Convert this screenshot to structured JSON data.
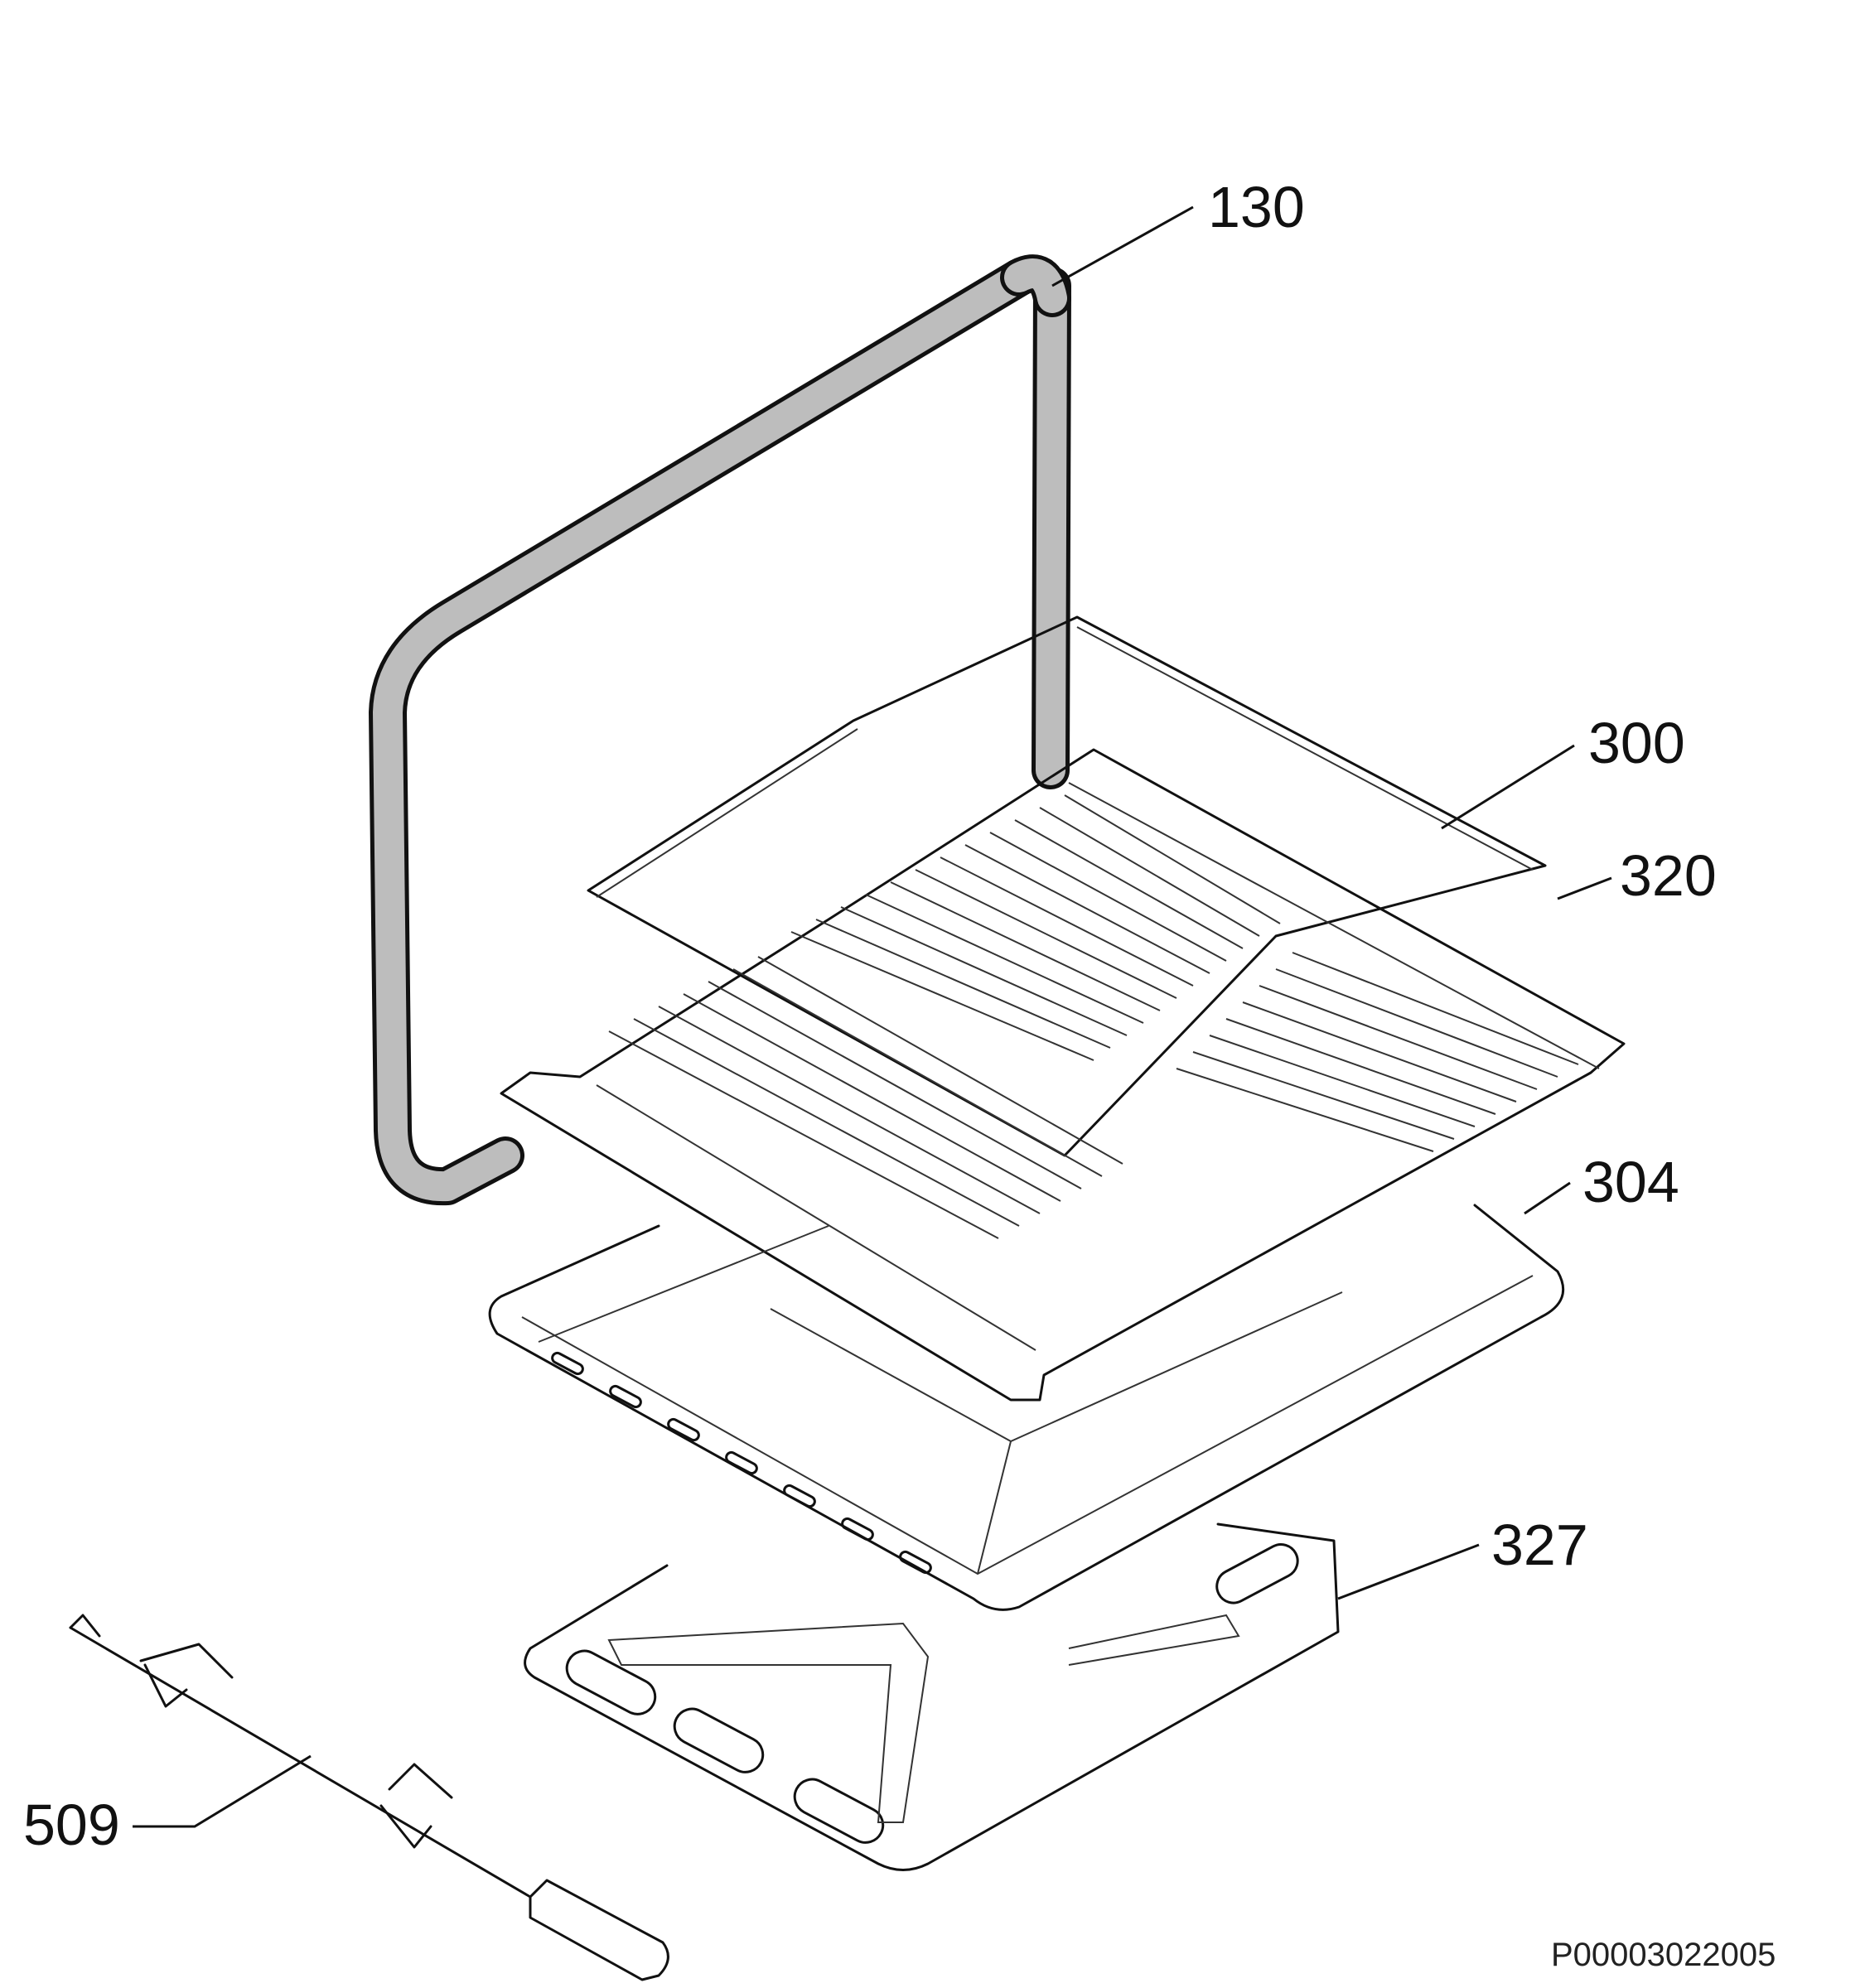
{
  "diagram": {
    "callouts": [
      {
        "id": "130",
        "label": "130",
        "part": "door-gasket"
      },
      {
        "id": "300",
        "label": "300",
        "part": "upper-shelf"
      },
      {
        "id": "320",
        "label": "320",
        "part": "wire-rack"
      },
      {
        "id": "304",
        "label": "304",
        "part": "baking-tray"
      },
      {
        "id": "327",
        "label": "327",
        "part": "base-tray"
      },
      {
        "id": "509",
        "label": "509",
        "part": "rotisserie-spit"
      }
    ],
    "drawing_reference": "P00003022005"
  }
}
